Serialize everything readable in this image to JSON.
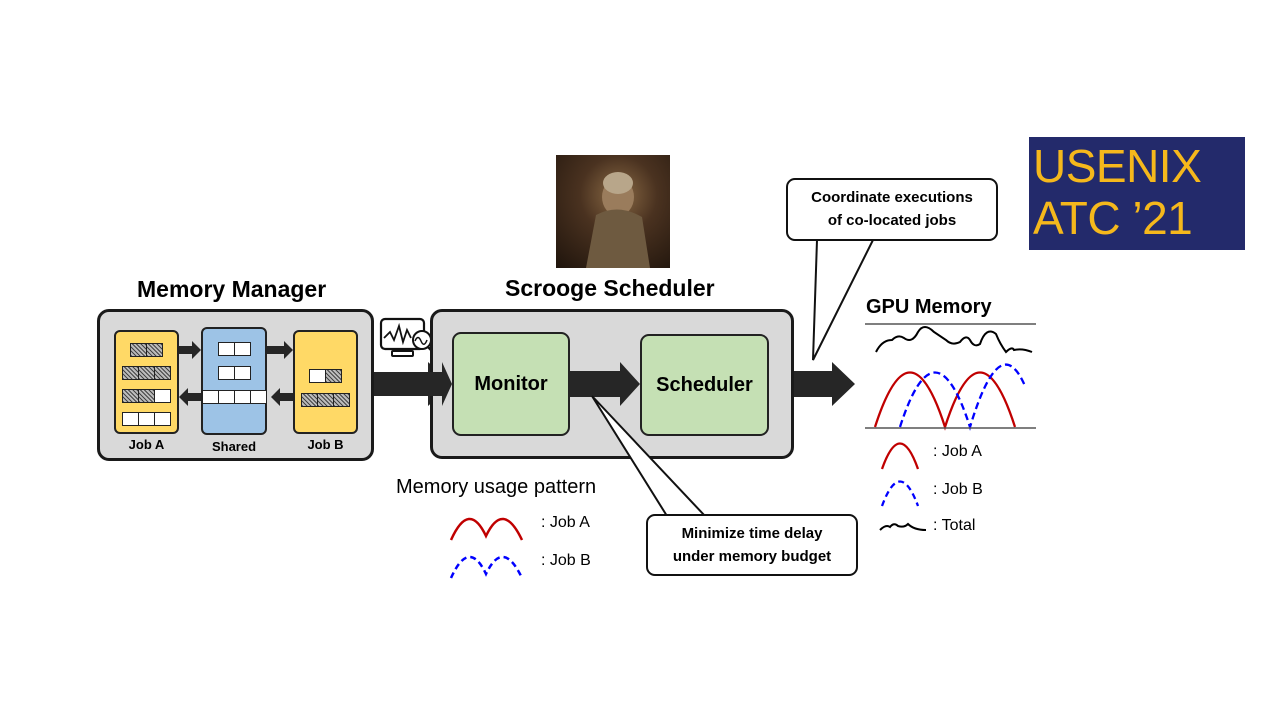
{
  "memory_manager": {
    "title": "Memory Manager",
    "columns": [
      {
        "label": "Job A",
        "color": "#ffd966",
        "rows": [
          [
            "h",
            "h"
          ],
          [
            "h",
            "h",
            "h"
          ],
          [
            "h",
            "h",
            "e"
          ],
          [
            "e",
            "e",
            "e"
          ]
        ]
      },
      {
        "label": "Shared",
        "color": "#9dc3e6",
        "rows": [
          [
            "e",
            "e"
          ],
          [
            "e",
            "e"
          ],
          [
            "e",
            "e",
            "e",
            "e"
          ]
        ]
      },
      {
        "label": "Job B",
        "color": "#ffd966",
        "rows": [
          [
            "e",
            "h"
          ],
          [
            "h",
            "h",
            "h"
          ]
        ]
      }
    ]
  },
  "monitor_icon": "monitor-waveform-magnifier-icon",
  "scrooge_scheduler": {
    "title": "Scrooge Scheduler",
    "image": "scrooge-character-photo",
    "monitor_label": "Monitor",
    "scheduler_label": "Scheduler"
  },
  "callouts": {
    "coordinate": [
      "Coordinate executions",
      "of co-located jobs"
    ],
    "minimize": [
      "Minimize time delay",
      "under memory budget"
    ]
  },
  "memory_usage_pattern": {
    "title": "Memory usage pattern",
    "legend": [
      {
        "label": ": Job A",
        "color": "#c00000",
        "style": "solid"
      },
      {
        "label": ": Job B",
        "color": "#0000ff",
        "style": "dashed"
      }
    ]
  },
  "gpu_memory": {
    "title": "GPU Memory",
    "legend": [
      {
        "label": ": Job A",
        "color": "#c00000",
        "style": "solid"
      },
      {
        "label": ": Job B",
        "color": "#0000ff",
        "style": "dashed"
      },
      {
        "label": ": Total",
        "color": "#000000",
        "style": "solid"
      }
    ]
  },
  "logo": {
    "line1": "USENIX",
    "line2": "ATC ’21",
    "bg": "#232a6b",
    "fg": "#f5b81c"
  }
}
